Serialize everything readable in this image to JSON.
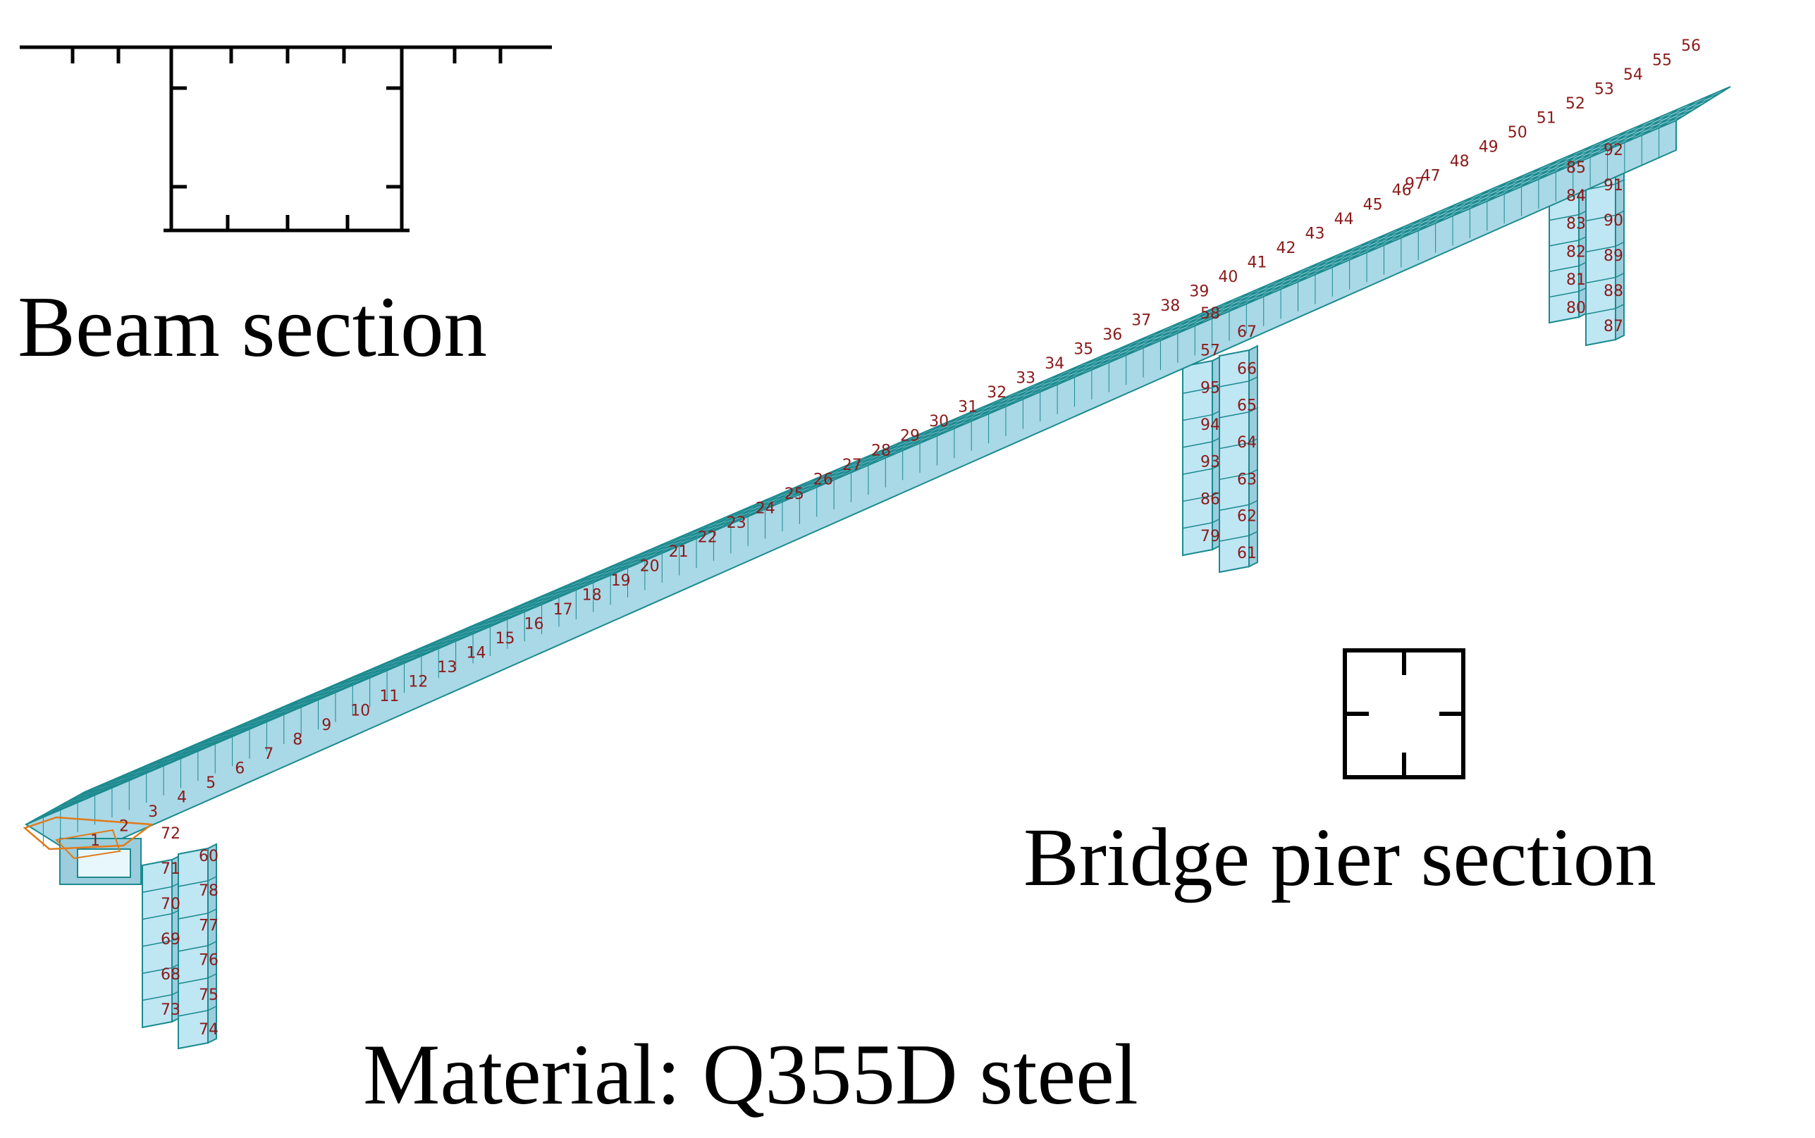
{
  "labels": {
    "beam_section": "Beam section",
    "bridge_pier_section": "Bridge pier section",
    "material": "Material: Q355D steel"
  },
  "colors": {
    "deck_fill": "#d6f2fb",
    "mesh_line": "#1b8a8f",
    "node_label": "#8b1a1a",
    "selection": "#e07b1a",
    "section_outline": "#000000"
  },
  "deck_nodes": [
    "1",
    "2",
    "3",
    "4",
    "5",
    "6",
    "7",
    "8",
    "9",
    "10",
    "11",
    "12",
    "13",
    "14",
    "15",
    "16",
    "17",
    "18",
    "19",
    "20",
    "21",
    "22",
    "23",
    "24",
    "25",
    "26",
    "27",
    "28",
    "29",
    "30",
    "31",
    "32",
    "33",
    "34",
    "35",
    "36",
    "37",
    "38",
    "39",
    "40",
    "41",
    "42",
    "43",
    "44",
    "45",
    "46",
    "47",
    "48",
    "49",
    "50",
    "51",
    "52",
    "53",
    "54",
    "55",
    "56"
  ],
  "pier_nodes": {
    "pier_left_outer": [
      "73",
      "68",
      "69",
      "70",
      "71",
      "72"
    ],
    "pier_left_inner": [
      "74",
      "75",
      "76",
      "77",
      "78",
      "60"
    ],
    "pier_mid_outer": [
      "79",
      "86",
      "93",
      "94",
      "95",
      "57",
      "58"
    ],
    "pier_mid_inner": [
      "61",
      "62",
      "63",
      "64",
      "65",
      "66",
      "67"
    ],
    "pier_right_outer": [
      "80",
      "81",
      "82",
      "83",
      "84",
      "85"
    ],
    "pier_right_inner": [
      "87",
      "88",
      "89",
      "90",
      "91",
      "92"
    ]
  },
  "extra_nodes": [
    "97"
  ]
}
